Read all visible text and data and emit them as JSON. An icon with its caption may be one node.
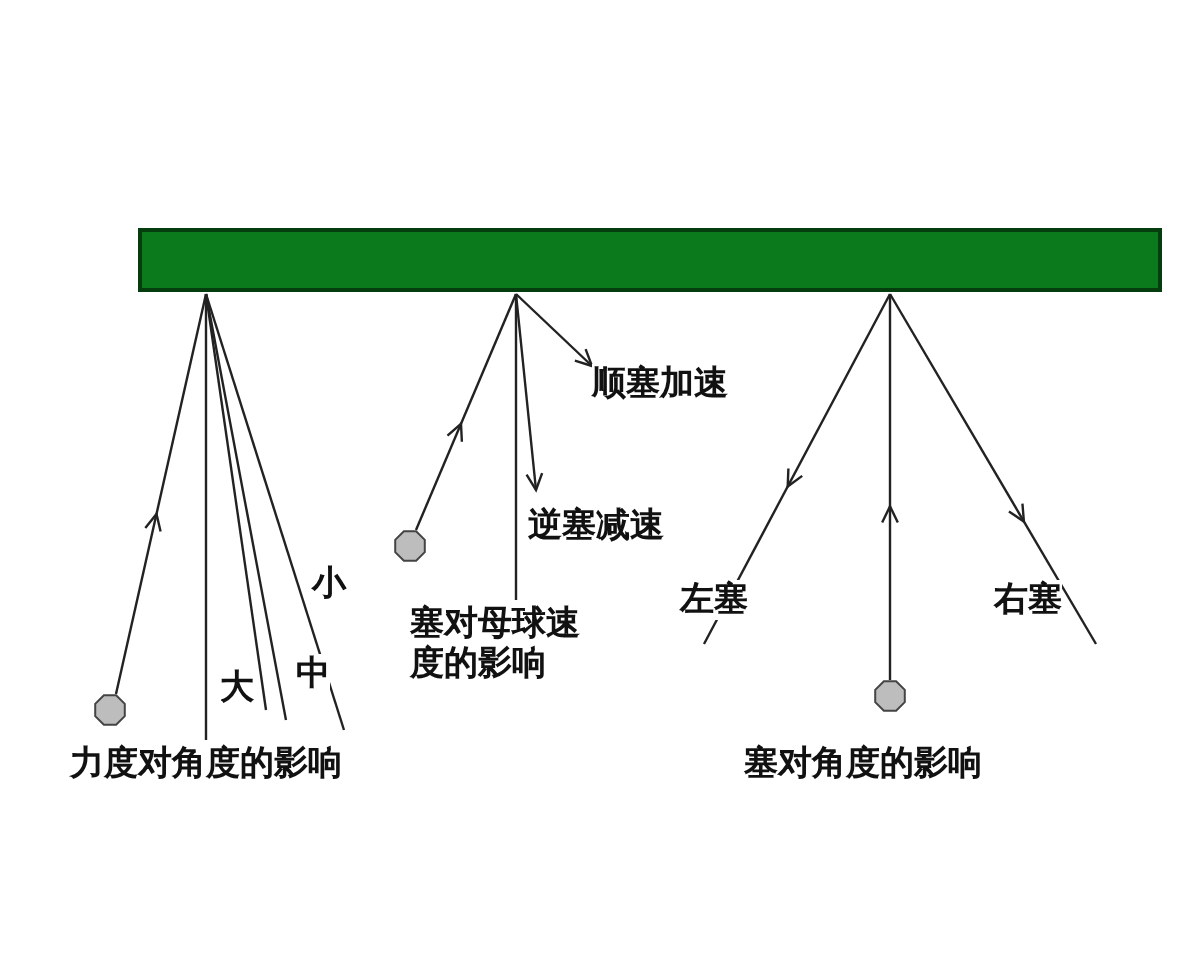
{
  "diagram": {
    "labels": [
      "顺塞加速",
      "逆塞减速",
      "左塞",
      "右塞",
      "小",
      "塞对母球速度的影响",
      "中",
      "大",
      "力度对角度的影响",
      "塞对角度的影响"
    ]
  }
}
